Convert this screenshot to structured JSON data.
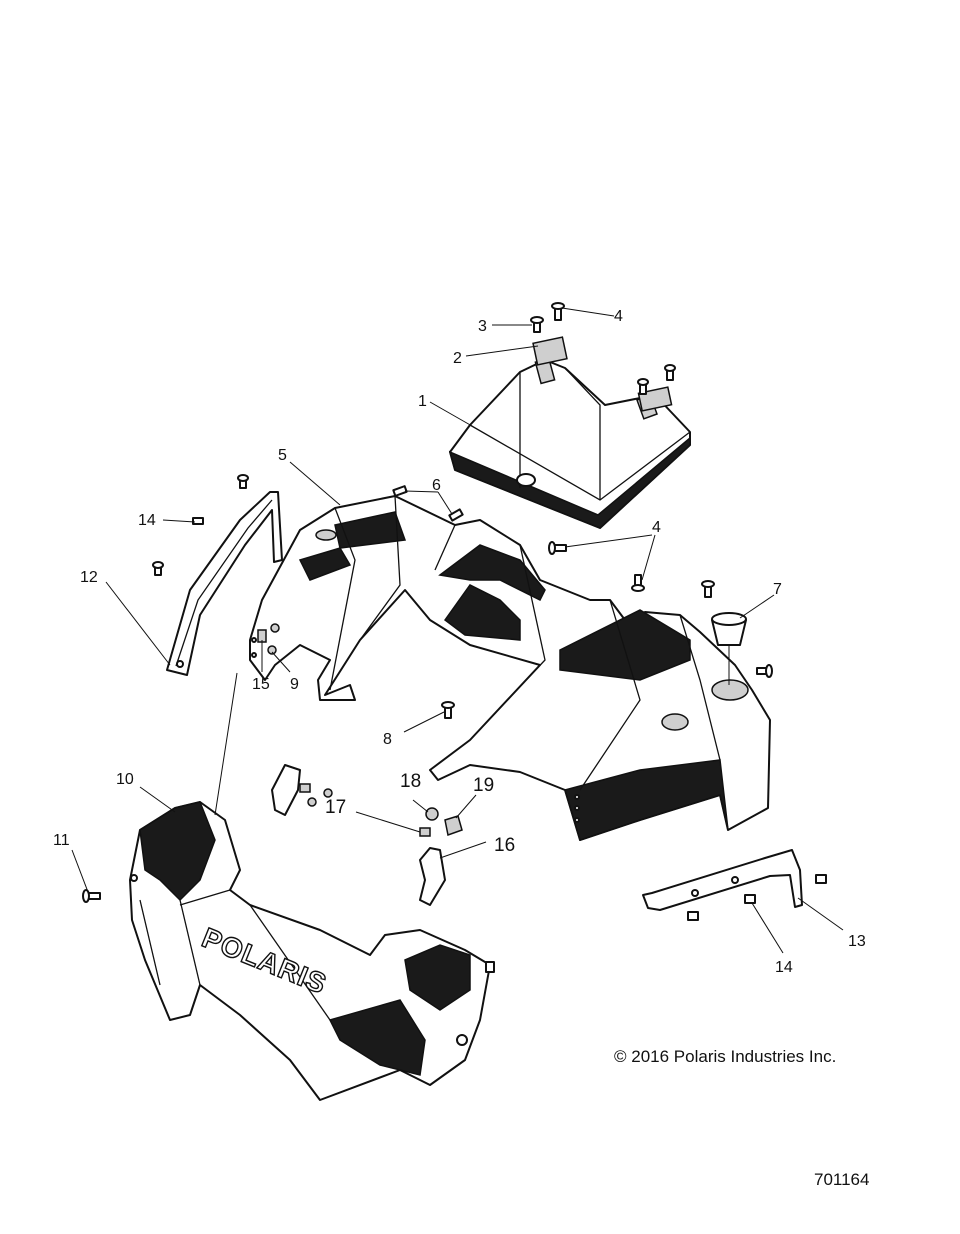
{
  "callouts": {
    "c1": "1",
    "c2": "2",
    "c3": "3",
    "c4a": "4",
    "c4b": "4",
    "c5": "5",
    "c6": "6",
    "c7": "7",
    "c8": "8",
    "c9": "9",
    "c10": "10",
    "c11": "11",
    "c12": "12",
    "c13": "13",
    "c14a": "14",
    "c14b": "14",
    "c15": "15",
    "c16": "16",
    "c17": "17",
    "c18": "18",
    "c19": "19"
  },
  "copyright": "© 2016 Polaris Industries Inc.",
  "document_number": "701164",
  "logo_text": "POLARIS"
}
